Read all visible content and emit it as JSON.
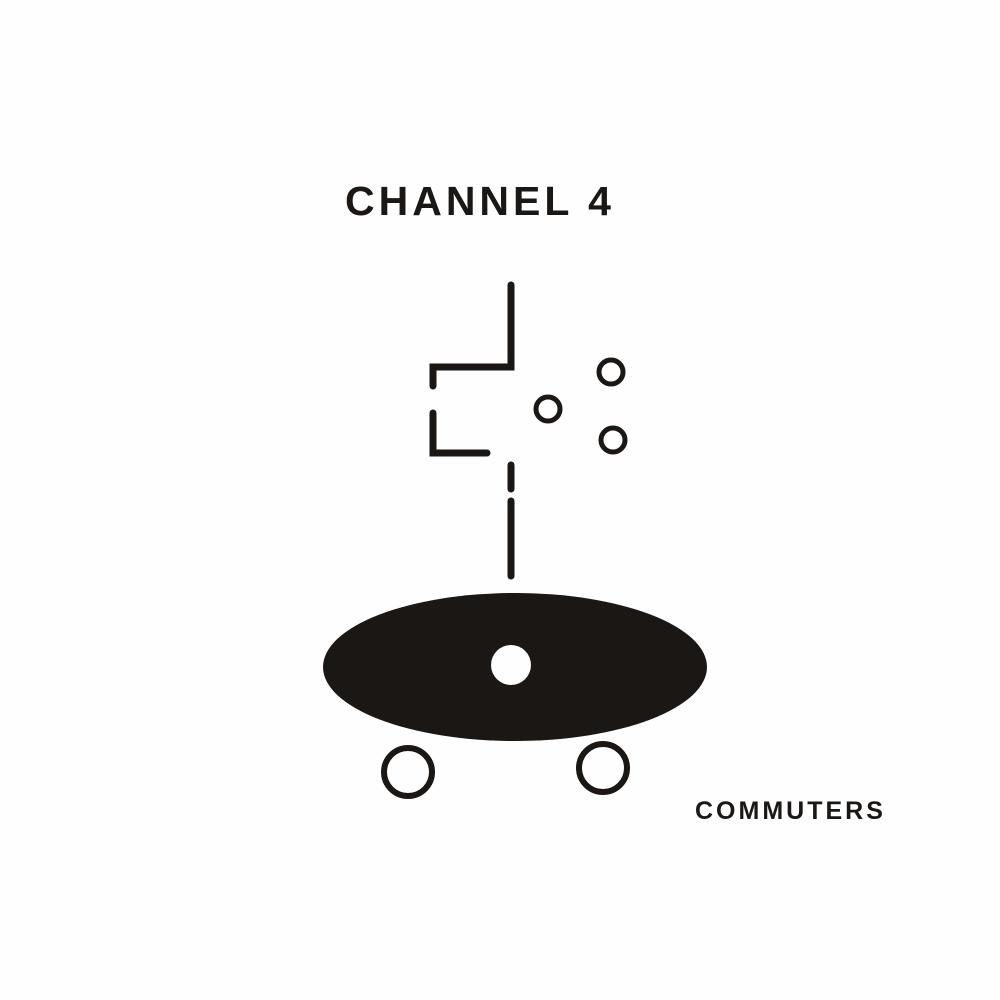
{
  "cover": {
    "title": "CHANNEL 4",
    "subtitle": "COMMUTERS",
    "ink_color": "#1a1714",
    "background_color": "#fefefe"
  },
  "illustration": {
    "description": "Abstract line drawing of a figure/vehicle: broken vertical line with bracket shapes, three small circles, large filled ellipse with hole, two wheel circles",
    "small_circles": 3,
    "wheels": 2
  }
}
